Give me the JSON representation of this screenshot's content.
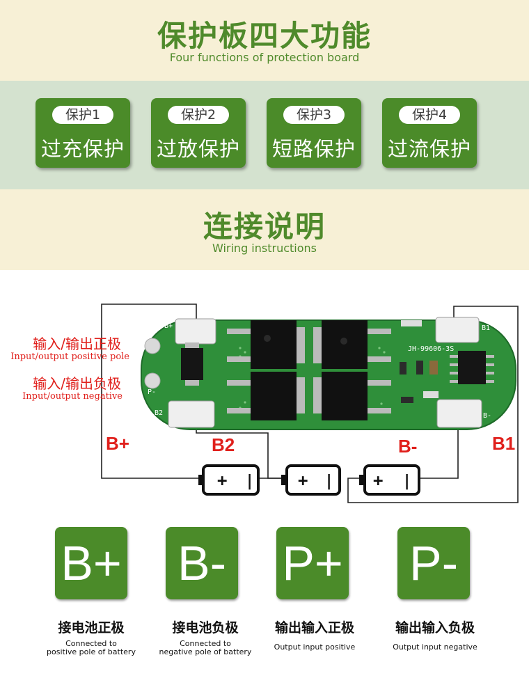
{
  "section1": {
    "title": "保护板四大功能",
    "subtitle": "Four functions of protection board",
    "functions": [
      {
        "tag": "保护1",
        "label": "过充保护"
      },
      {
        "tag": "保护2",
        "label": "过放保护"
      },
      {
        "tag": "保护3",
        "label": "短路保护"
      },
      {
        "tag": "保护4",
        "label": "过流保护"
      }
    ]
  },
  "section2": {
    "title": "连接说明",
    "subtitle": "Wiring instructions"
  },
  "board": {
    "silk_b_plus": "B+",
    "silk_p_minus": "P-",
    "silk_b2": "B2",
    "silk_b1": "B1",
    "silk_b_minus": "B-",
    "silk_part": "JH-99606-3S"
  },
  "pins": {
    "positive_cn": "输入/输出正极",
    "positive_en": "Input/output positive pole",
    "negative_cn": "输入/输出负极",
    "negative_en": "Input/output negative"
  },
  "wire_labels": {
    "b_plus": "B+",
    "b2": "B2",
    "b_minus": "B-",
    "b1": "B1"
  },
  "battery_symbol": {
    "plus": "+",
    "minus": "|"
  },
  "legend": [
    {
      "symbol": "B+",
      "cn": "接电池正极",
      "en_line1": "Connected to",
      "en_line2": "positive pole of battery"
    },
    {
      "symbol": "B-",
      "cn": "接电池负极",
      "en_line1": "Connected to",
      "en_line2": "negative pole of battery"
    },
    {
      "symbol": "P+",
      "cn": "输出输入正极",
      "en_line1": "Output input positive",
      "en_line2": ""
    },
    {
      "symbol": "P-",
      "cn": "输出输入负极",
      "en_line1": "Output input negative",
      "en_line2": ""
    }
  ],
  "colors": {
    "brand_green": "#4b8b29",
    "title_green": "#4f8a2b",
    "cream": "#f7f0d6",
    "sage": "#d4e2cf",
    "pcb_green": "#2f8f3a",
    "label_red": "#e0201c"
  }
}
